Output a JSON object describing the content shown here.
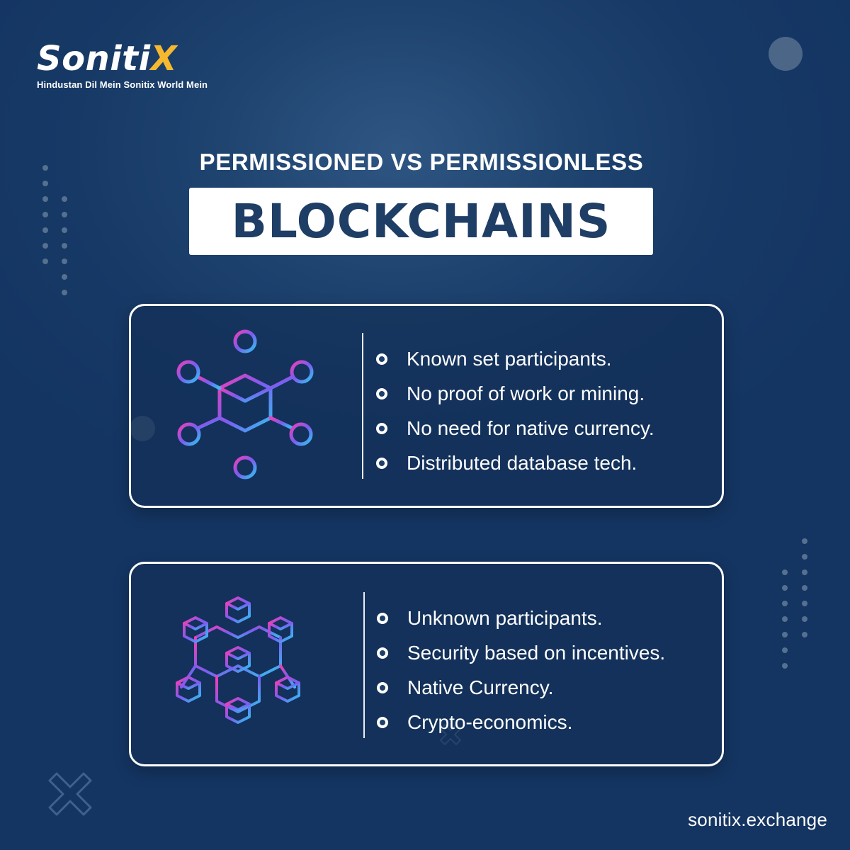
{
  "brand": {
    "logo_text": "Sonitix",
    "tagline": "Hindustan Dil Mein Sonitix World Mein"
  },
  "header": {
    "subtitle": "PERMISSIONED VS PERMISSIONLESS",
    "title": "BLOCKCHAINS"
  },
  "cards": [
    {
      "icon": "network-cube-icon",
      "points": [
        "Known set participants.",
        "No proof of work or mining.",
        "No need for native currency.",
        "Distributed database tech."
      ]
    },
    {
      "icon": "block-hexagon-network-icon",
      "points": [
        "Unknown participants.",
        "Security based on incentives.",
        "Native Currency.",
        "Crypto-economics."
      ]
    }
  ],
  "footer": {
    "website": "sonitix.exchange"
  },
  "colors": {
    "background": "#143562",
    "title_text": "#1f3e66",
    "logo_accent": "#f5b82e",
    "icon_gradient": [
      "#ee3fb7",
      "#7b5cf0",
      "#2fc4f0"
    ]
  }
}
